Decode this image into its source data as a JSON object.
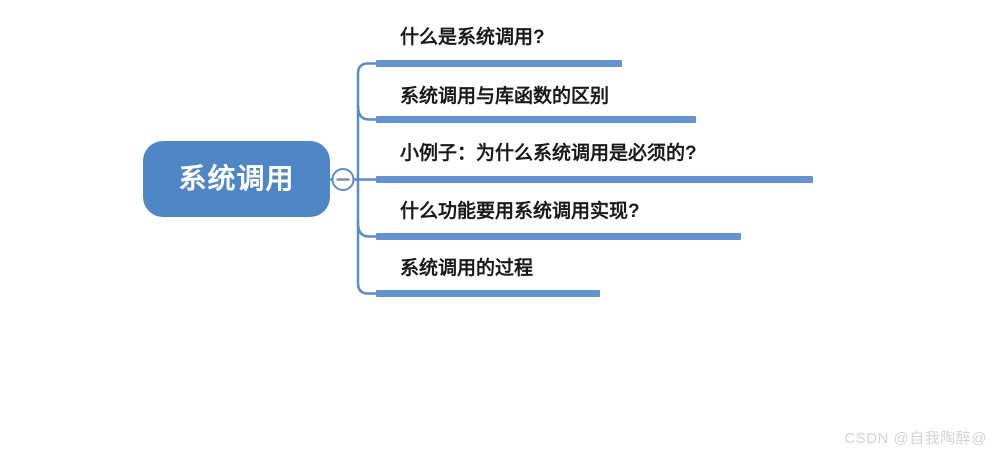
{
  "root": {
    "label": "系统调用"
  },
  "collapse_button": {
    "state": "expanded",
    "icon": "minus-icon"
  },
  "branches": [
    {
      "label": "什么是系统调用?"
    },
    {
      "label": "系统调用与库函数的区别"
    },
    {
      "label": "小例子：为什么系统调用是必须的?"
    },
    {
      "label": "什么功能要用系统调用实现?"
    },
    {
      "label": "系统调用的过程"
    }
  ],
  "watermark": {
    "text": "CSDN @自我陶醉@"
  },
  "colors": {
    "node_fill": "#4f86c5",
    "branch_line": "#5b8cc8",
    "underline": "#6493cf",
    "node_text": "#ffffff",
    "branch_text": "#1a1a1a",
    "watermark": "#d4d4d4",
    "minus_icon": "#8b8b97"
  }
}
